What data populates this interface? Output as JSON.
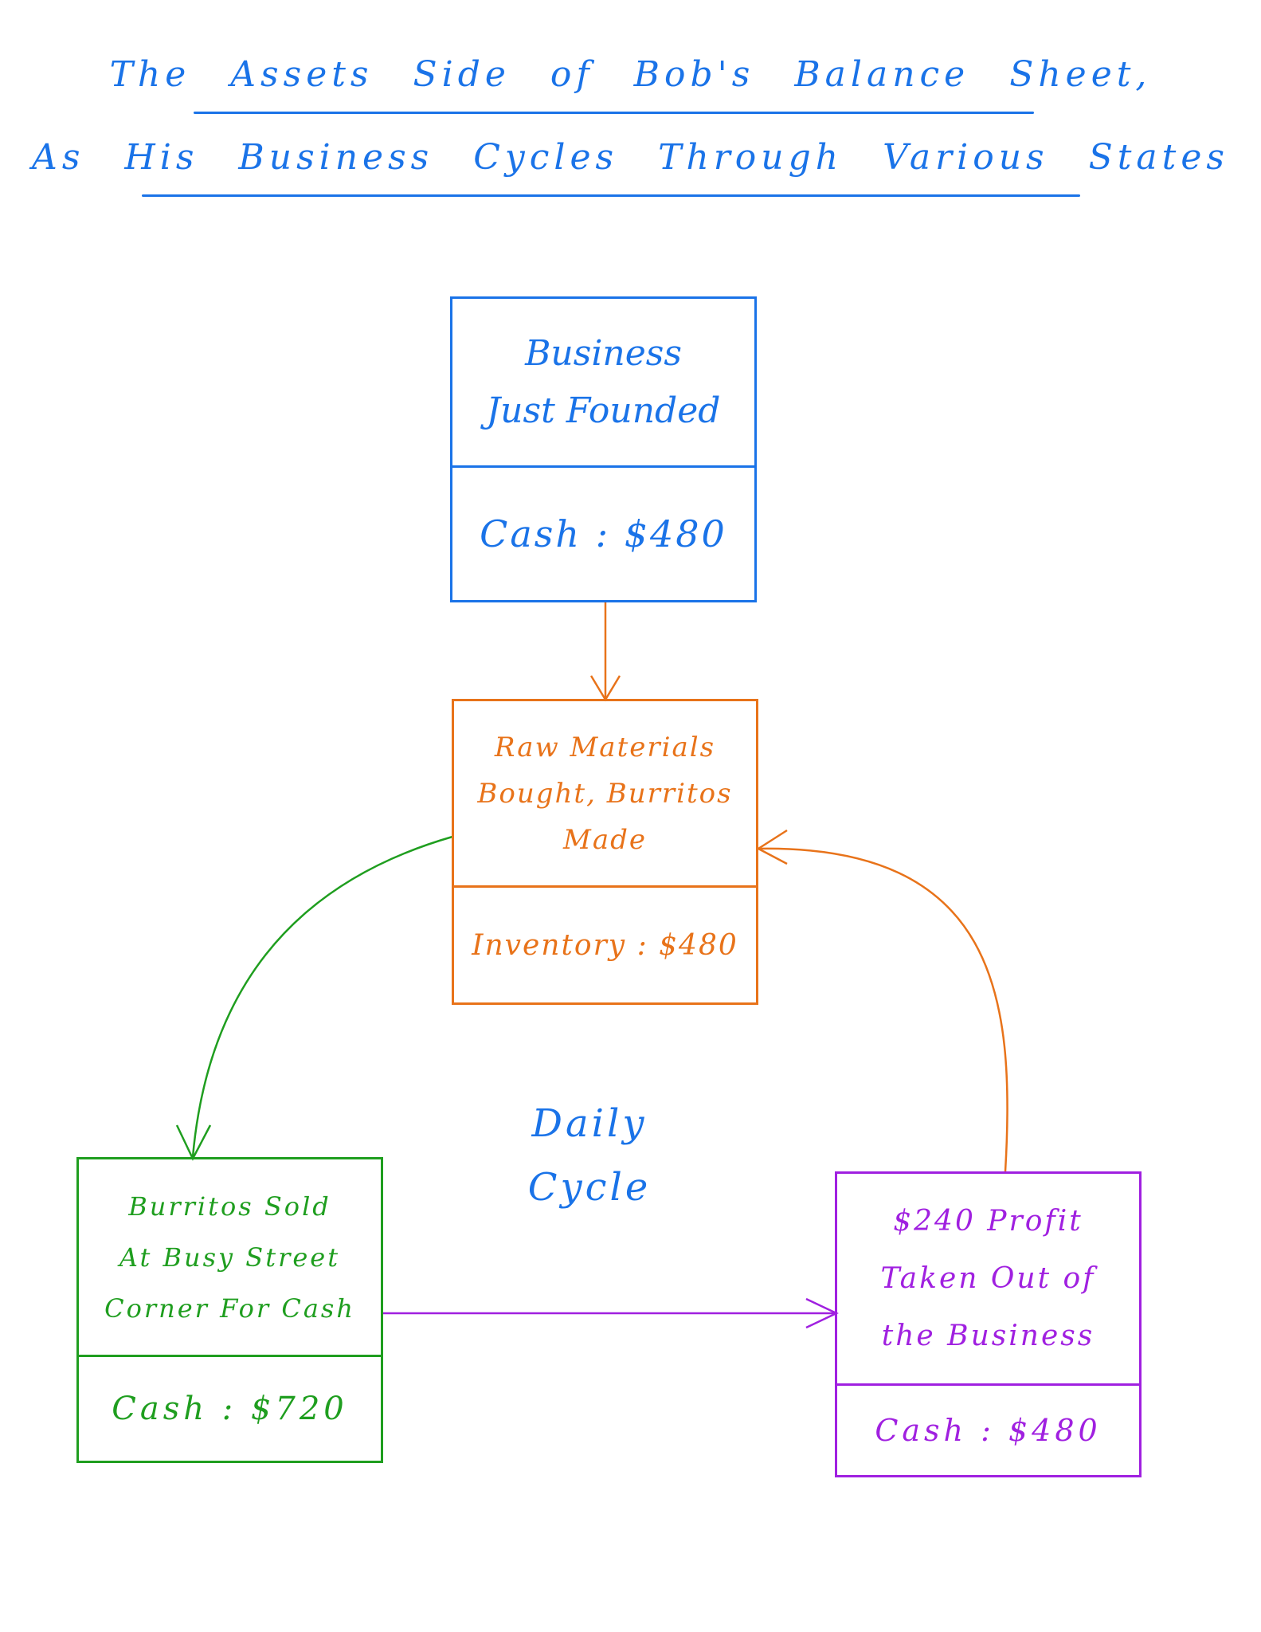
{
  "title": {
    "line1": "The Assets Side of Bob's Balance Sheet,",
    "line2": "As His Business Cycles Through Various States"
  },
  "center_label": {
    "line1": "Daily",
    "line2": "Cycle"
  },
  "nodes": {
    "founded": {
      "heading": [
        "Business",
        "Just Founded"
      ],
      "asset": "Cash : $480",
      "color": "#1a73e8"
    },
    "inventory": {
      "heading": [
        "Raw Materials",
        "Bought, Burritos",
        "Made"
      ],
      "asset": "Inventory : $480",
      "color": "#e8731a"
    },
    "sold": {
      "heading": [
        "Burritos Sold",
        "At Busy Street",
        "Corner For Cash"
      ],
      "asset": "Cash : $720",
      "color": "#1f9e1f"
    },
    "profit": {
      "heading": [
        "$240 Profit",
        "Taken Out of",
        "the Business"
      ],
      "asset": "Cash : $480",
      "color": "#a020e0"
    }
  },
  "edges": [
    {
      "from": "founded",
      "to": "inventory",
      "color": "#e8731a"
    },
    {
      "from": "inventory",
      "to": "sold",
      "color": "#1f9e1f"
    },
    {
      "from": "sold",
      "to": "profit",
      "color": "#a020e0"
    },
    {
      "from": "profit",
      "to": "inventory",
      "color": "#e8731a"
    }
  ]
}
